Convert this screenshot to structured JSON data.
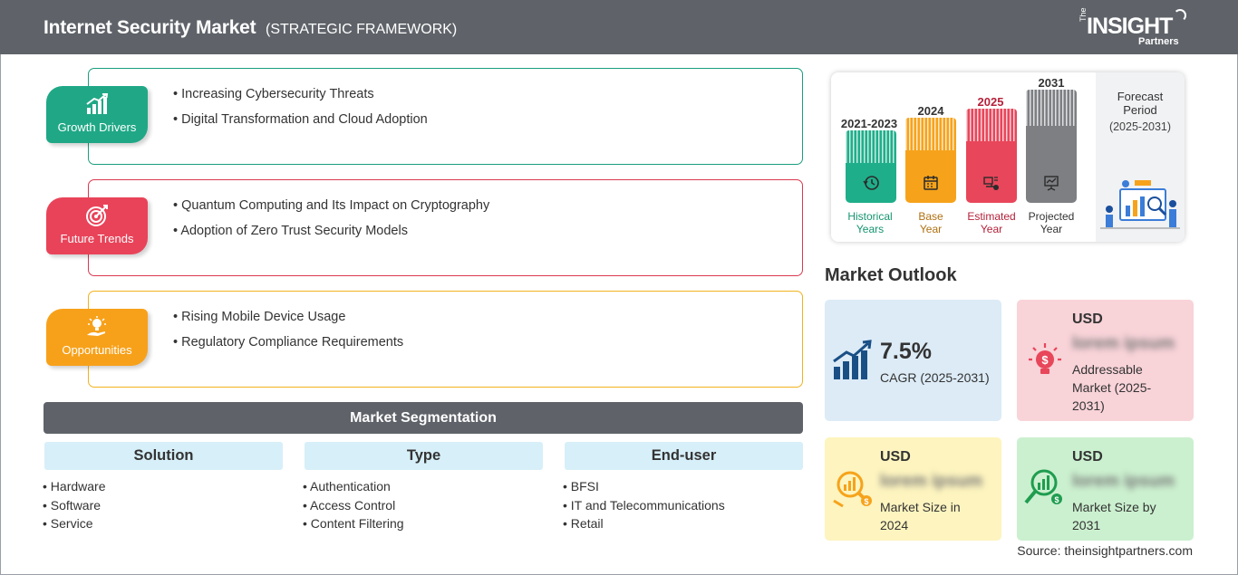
{
  "header": {
    "title": "Internet Security Market",
    "subtitle": "(STRATEGIC FRAMEWORK)",
    "logo": {
      "the": "The",
      "insight": "INSIGHT",
      "partners": "Partners"
    }
  },
  "framework": [
    {
      "label": "Growth Drivers",
      "icon": "growth-chart-icon",
      "color": "#20a886",
      "items": [
        "Increasing Cybersecurity Threats",
        "Digital Transformation and Cloud Adoption"
      ]
    },
    {
      "label": "Future Trends",
      "icon": "target-icon",
      "color": "#e94359",
      "items": [
        "Quantum Computing and Its Impact on Cryptography",
        "Adoption of Zero Trust Security Models"
      ]
    },
    {
      "label": "Opportunities",
      "icon": "lightbulb-hand-icon",
      "color": "#f7a11a",
      "items": [
        "Rising Mobile Device Usage",
        "Regulatory Compliance Requirements"
      ]
    }
  ],
  "segmentation": {
    "title": "Market Segmentation",
    "columns": [
      {
        "heading": "Solution",
        "items": [
          "Hardware",
          "Software",
          "Service"
        ]
      },
      {
        "heading": "Type",
        "items": [
          "Authentication",
          "Access Control",
          "Content Filtering"
        ]
      },
      {
        "heading": "End-user",
        "items": [
          "BFSI",
          "IT and Telecommunications",
          "Retail"
        ]
      }
    ]
  },
  "timeline": {
    "bars": [
      {
        "year": "2021-2023",
        "label_1": "Historical",
        "label_2": "Years",
        "color": "#1fae8a",
        "year_color": "#15946f",
        "icon": "history-icon"
      },
      {
        "year": "2024",
        "label_1": "Base",
        "label_2": "Year",
        "color": "#f6a31b",
        "year_color": "#b07010",
        "icon": "calendar-icon"
      },
      {
        "year": "2025",
        "label_1": "Estimated",
        "label_2": "Year",
        "color": "#e8465a",
        "year_color": "#b5213a",
        "icon": "estimate-icon"
      },
      {
        "year": "2031",
        "label_1": "Projected",
        "label_2": "Year",
        "color": "#7d7f83",
        "year_color": "#333333",
        "icon": "presentation-icon"
      }
    ],
    "forecast": {
      "line1": "Forecast",
      "line2": "Period",
      "range": "(2025-2031)"
    }
  },
  "outlook": {
    "title": "Market Outlook",
    "cagr": {
      "value": "7.5%",
      "label": "CAGR (2025-2031)",
      "color": "#dcebf6"
    },
    "addressable": {
      "currency": "USD",
      "value": "lorem ipsum",
      "label": "Addressable Market (2025-2031)",
      "color": "#f8d3d8"
    },
    "size_2024": {
      "currency": "USD",
      "value": "lorem ipsum",
      "label": "Market Size in 2024",
      "color": "#fdf4bf"
    },
    "size_2031": {
      "currency": "USD",
      "value": "lorem ipsum",
      "label": "Market Size by 2031",
      "color": "#cbf0cf"
    }
  },
  "source": "Source: theinsightpartners.com"
}
